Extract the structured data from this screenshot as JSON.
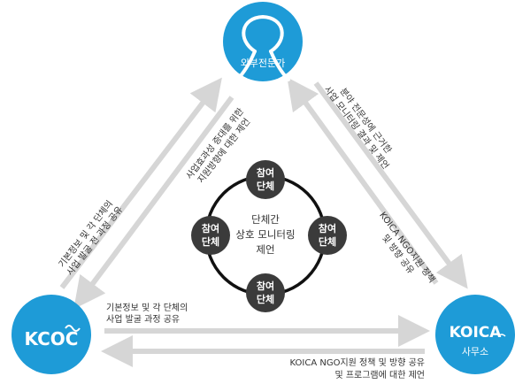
{
  "colors": {
    "node_blue": "#1e9bd7",
    "node_blue_light": "#4fbbe6",
    "arrow_gray": "#d6d6d6",
    "ring_dark": "#111111",
    "participant_dark": "#3b3b3b",
    "text": "#333333"
  },
  "nodes": {
    "top": {
      "name": "외부전문가",
      "icon": "expert-icon"
    },
    "left": {
      "logo_text": "KCOC",
      "icon": "kcoc-logo"
    },
    "right": {
      "logo_text": "KOICA",
      "name": "사무소",
      "icon": "koica-logo"
    }
  },
  "center": {
    "lines": [
      "단체간",
      "상호 모니터링",
      "제언"
    ],
    "participants": [
      {
        "line1": "참여",
        "line2": "단체"
      },
      {
        "line1": "참여",
        "line2": "단체"
      },
      {
        "line1": "참여",
        "line2": "단체"
      },
      {
        "line1": "참여",
        "line2": "단체"
      }
    ]
  },
  "labels": {
    "left_outer": [
      "기본정보 및 각 단체의",
      "사업 발굴 전 과정 공유"
    ],
    "left_inner": [
      "사업효과성 증대를 위한",
      "지원방향에 대한 제언"
    ],
    "right_outer": [
      "분야 전문성에 근거한",
      "사업 모니터링 결과 및 제언"
    ],
    "right_inner": [
      "KOICA NGO지원 정책",
      "및 방향 공유"
    ],
    "bottom_upper": [
      "기본정보 및 각 단체의",
      "사업 발굴 과정 공유"
    ],
    "bottom_lower": [
      "KOICA NGO지원 정책 및 방향 공유",
      "및 프로그램에 대한 제언"
    ]
  }
}
